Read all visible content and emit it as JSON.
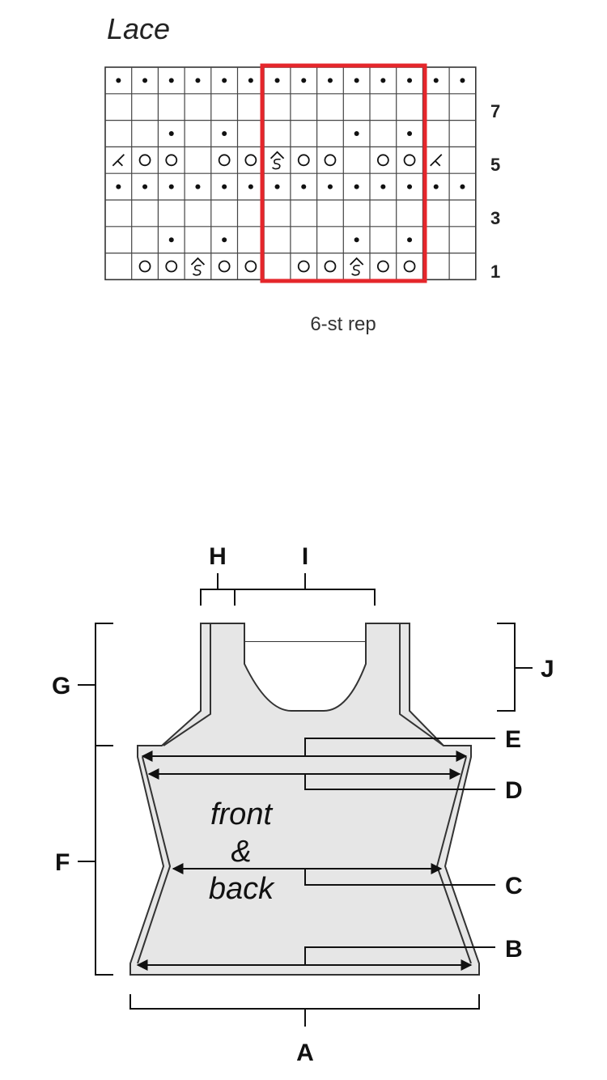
{
  "chart": {
    "title": "Lace",
    "row_numbers": [
      "7",
      "5",
      "3",
      "1"
    ],
    "repeat_label": "6-st rep",
    "repeat_color": "#e5262b",
    "grid": [
      [
        "dot",
        "dot",
        "dot",
        "dot",
        "dot",
        "dot",
        "dot",
        "dot",
        "dot",
        "dot",
        "dot",
        "dot",
        "dot",
        "dot"
      ],
      [
        "",
        "",
        "",
        "",
        "",
        "",
        "",
        "",
        "",
        "",
        "",
        "",
        "",
        ""
      ],
      [
        "",
        "",
        "dot",
        "",
        "dot",
        "",
        "",
        "",
        "",
        "dot",
        "",
        "dot",
        "",
        ""
      ],
      [
        "k2tog",
        "yo",
        "yo",
        "",
        "yo",
        "yo",
        "sk2p",
        "yo",
        "yo",
        "",
        "yo",
        "yo",
        "k2tog",
        ""
      ],
      [
        "dot",
        "dot",
        "dot",
        "dot",
        "dot",
        "dot",
        "dot",
        "dot",
        "dot",
        "dot",
        "dot",
        "dot",
        "dot",
        "dot"
      ],
      [
        "",
        "",
        "",
        "",
        "",
        "",
        "",
        "",
        "",
        "",
        "",
        "",
        "",
        ""
      ],
      [
        "",
        "",
        "dot",
        "",
        "dot",
        "",
        "",
        "",
        "",
        "dot",
        "",
        "dot",
        "",
        ""
      ],
      [
        "",
        "yo",
        "yo",
        "sk2p",
        "yo",
        "yo",
        "",
        "yo",
        "yo",
        "sk2p",
        "yo",
        "yo",
        "",
        ""
      ]
    ]
  },
  "schematic": {
    "piece_label": [
      "front",
      "&",
      "back"
    ],
    "fill_color": "#e6e6e6",
    "dimension_labels": {
      "A": "A",
      "B": "B",
      "C": "C",
      "D": "D",
      "E": "E",
      "F": "F",
      "G": "G",
      "H": "H",
      "I": "I",
      "J": "J"
    }
  }
}
